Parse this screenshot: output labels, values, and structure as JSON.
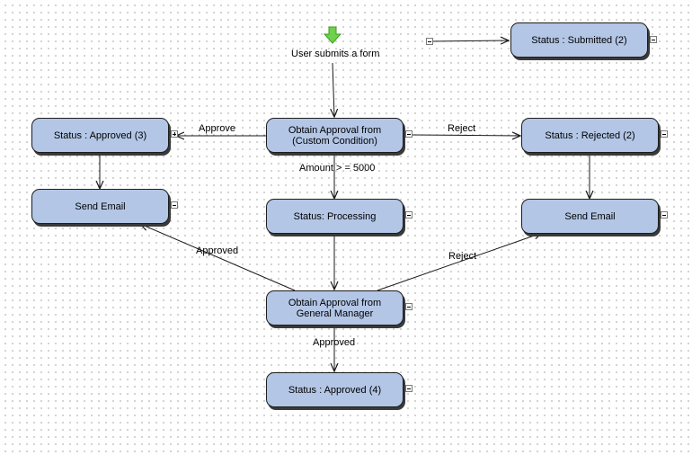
{
  "start": {
    "label": "User submits a form",
    "icon": "green-down-arrow-icon",
    "color": "#6dd14a"
  },
  "nodes": {
    "submitted": "Status : Submitted (2)",
    "approved3": "Status : Approved (3)",
    "obtain_custom": "Obtain Approval from\n(Custom Condition)",
    "rejected2": "Status : Rejected (2)",
    "send_email_left": "Send Email",
    "processing": "Status: Processing",
    "send_email_right": "Send Email",
    "obtain_gm": "Obtain Approval from\nGeneral Manager",
    "approved4": "Status : Approved (4)"
  },
  "edges": {
    "approve": "Approve",
    "reject_top": "Reject",
    "amount": "Amount > = 5000",
    "approved_left": "Approved",
    "reject_right": "Reject",
    "approved_bottom": "Approved"
  },
  "colors": {
    "node_fill": "#b3c6e6",
    "node_border": "#1d1d1d",
    "line": "#1a1a1a"
  }
}
